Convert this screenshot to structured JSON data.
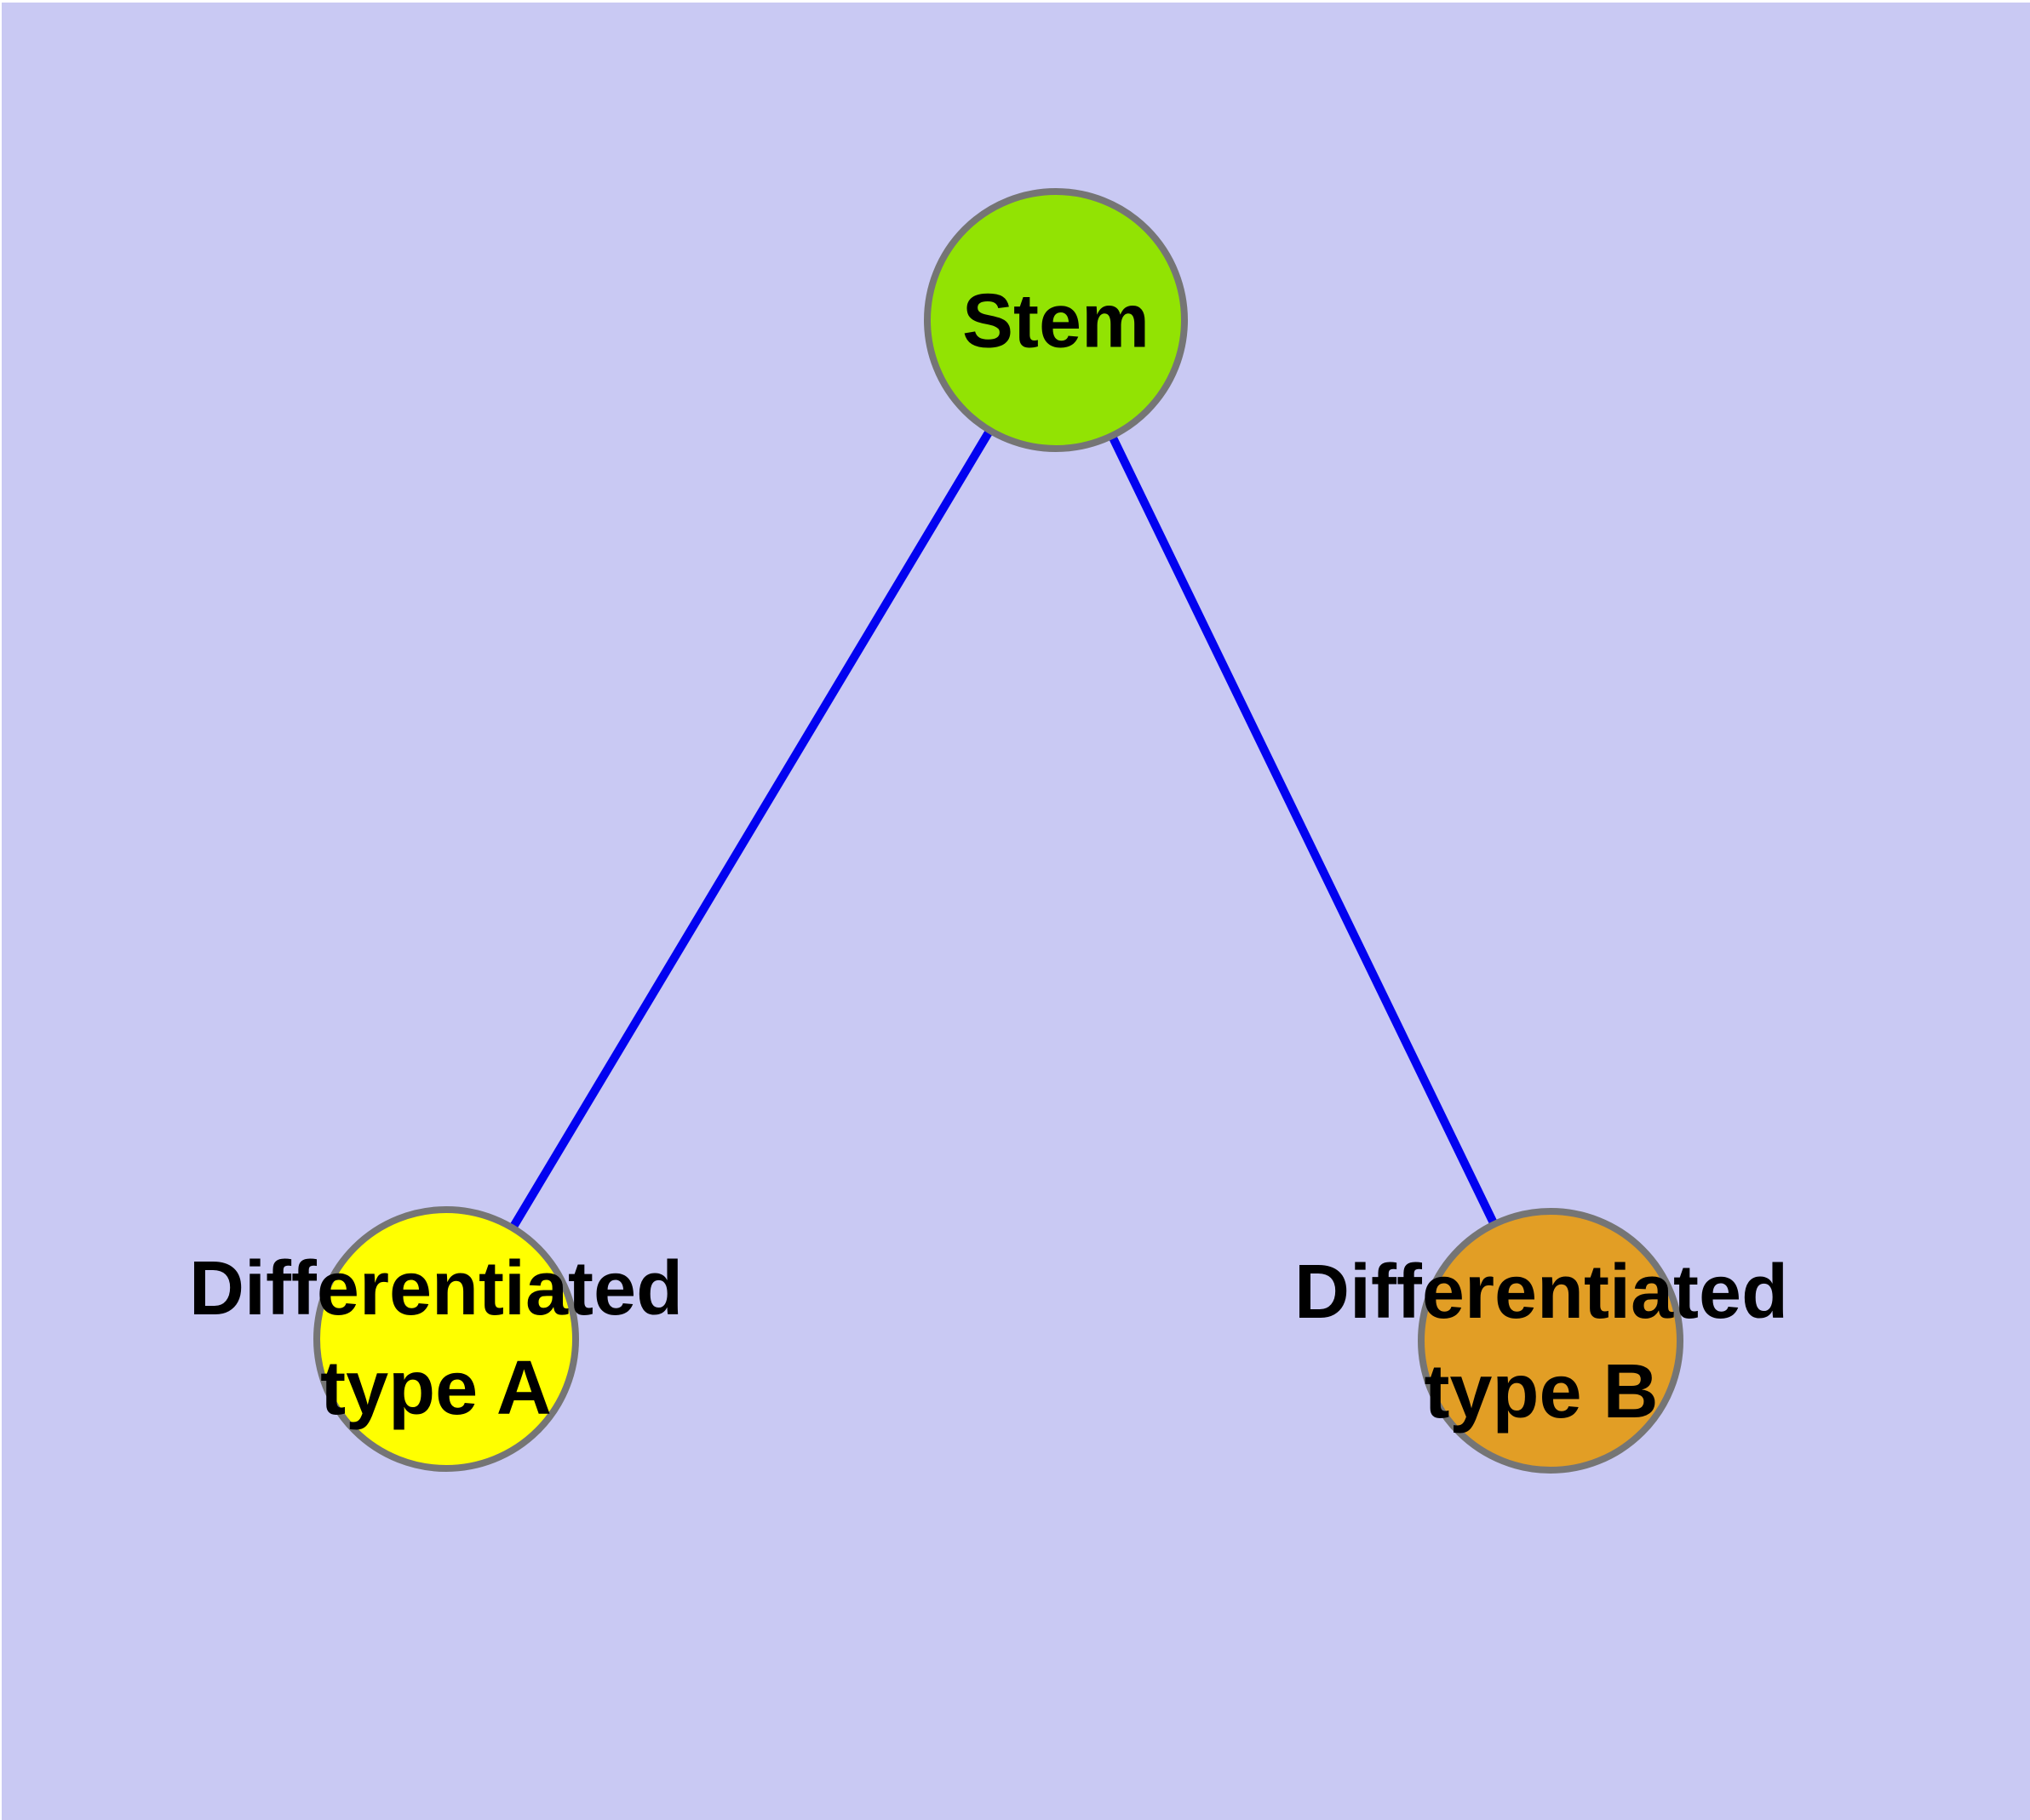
{
  "diagram": {
    "type": "node-link-graph",
    "background_color": "#c9c9f3",
    "edge_color": "#0202f0",
    "node_border_color": "#757575",
    "label_color": "#000000",
    "nodes": [
      {
        "id": "stem",
        "label_lines": [
          "Stem"
        ],
        "label_full": "Stem",
        "fill": "#92e303"
      },
      {
        "id": "differentiated-type-a",
        "label_lines": [
          "Differentiated",
          "type A"
        ],
        "label_full": "Differentiated type A",
        "fill": "#ffff00"
      },
      {
        "id": "differentiated-type-b",
        "label_lines": [
          "Differentiated",
          "type B"
        ],
        "label_full": "Differentiated type B",
        "fill": "#e29e25"
      }
    ],
    "edges": [
      {
        "from": "Stem",
        "to": "Differentiated type A"
      },
      {
        "from": "Stem",
        "to": "Differentiated type B"
      }
    ]
  }
}
